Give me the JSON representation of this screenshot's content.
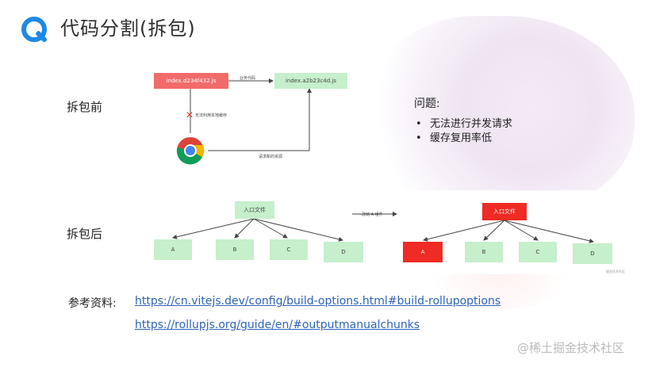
{
  "slide": {
    "title": "代码分割(拆包)",
    "before_label": "拆包前",
    "after_label": "拆包后",
    "issues_title": "问题:",
    "issues": [
      "无法进行并发请求",
      "缓存复用率低"
    ],
    "references_label": "参考资料:",
    "links": [
      "https://cn.vitejs.dev/config/build-options.html#build-rollupoptions",
      "https://rollupjs.org/guide/en/#outputmanualchunks"
    ],
    "footer": "@稀土掘金技术社区"
  },
  "before_diagram": {
    "bundle_old": "index.d234f432.js",
    "bundle_new": "index.a2b23c4d.js",
    "arrow_label": "业务代码",
    "blocked_label": "无法利用本地缓存",
    "request_label": "请求新的资源"
  },
  "after_diagram": {
    "left": {
      "entry": "入口文件",
      "chunks": [
        "A",
        "B",
        "C",
        "D"
      ]
    },
    "middle_label": "改动 A 组件",
    "right": {
      "entry": "入口文件",
      "chunks": [
        "A",
        "B",
        "C",
        "D"
      ]
    },
    "watermark": "掘金技术社区"
  },
  "colors": {
    "green_box": "#c6efcb",
    "red_box": "#f26b6b",
    "bright_red_box": "#ee2b24",
    "link": "#2e63b8"
  }
}
